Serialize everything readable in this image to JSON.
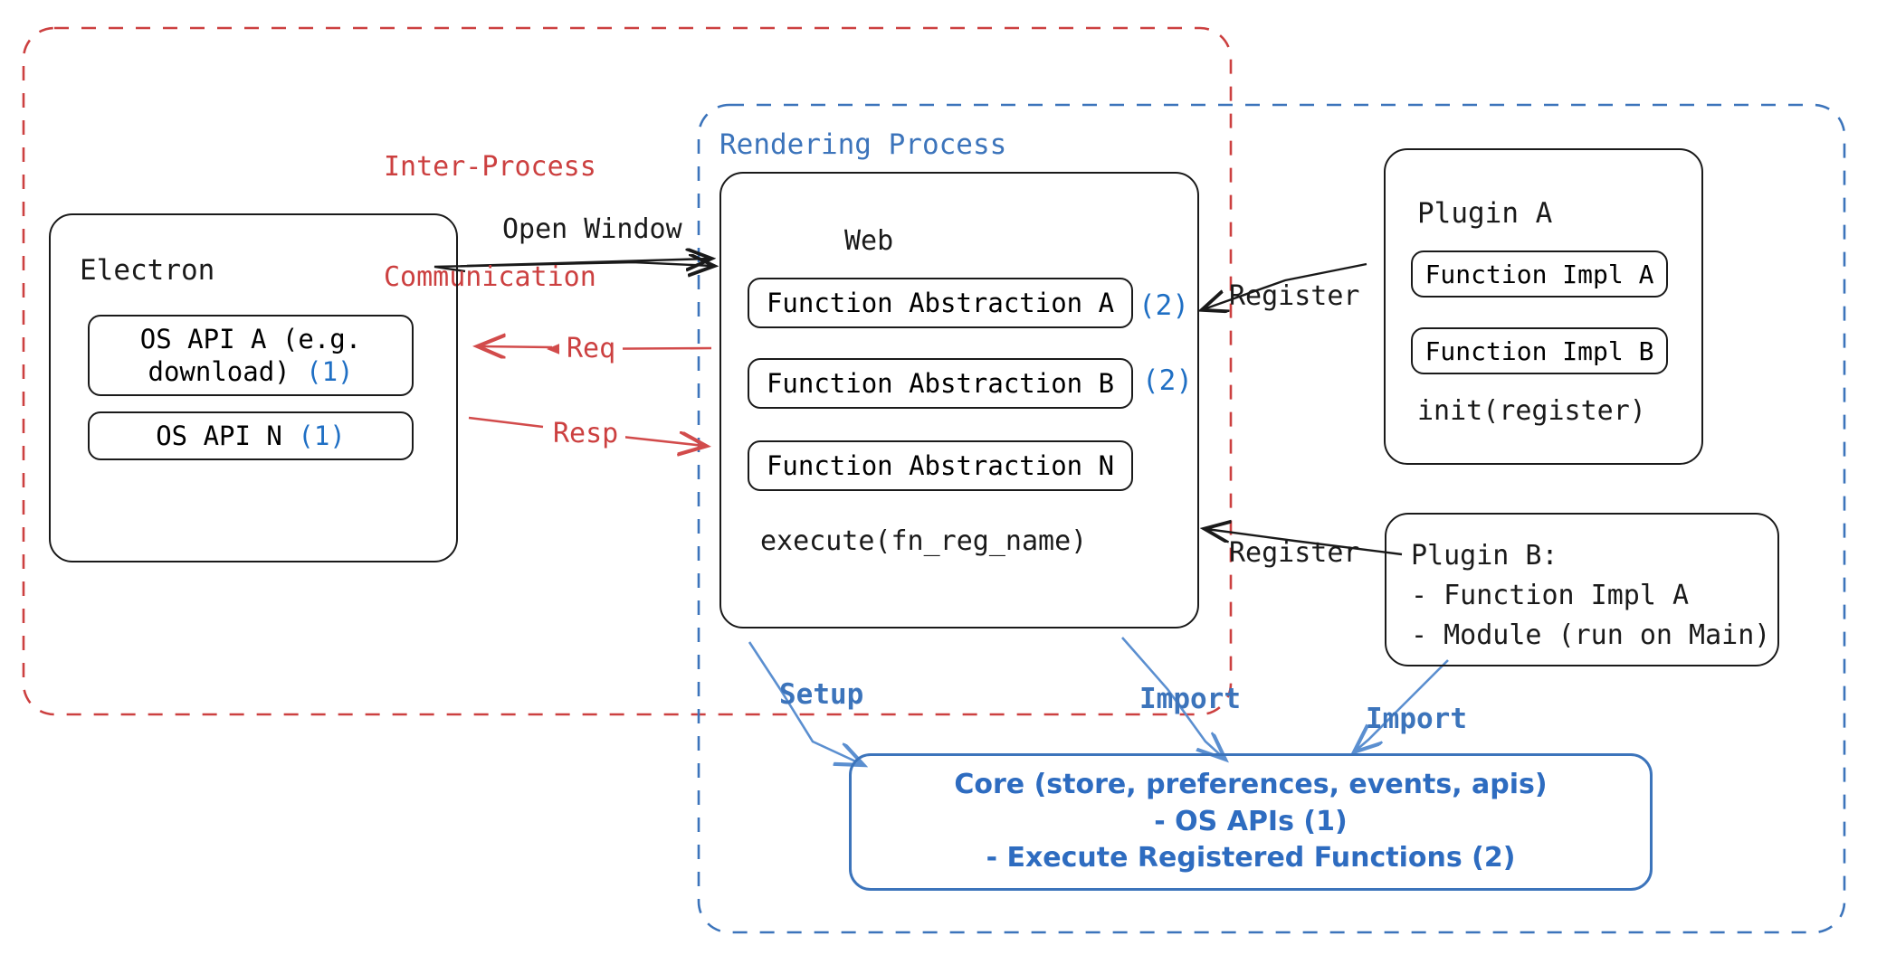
{
  "diagram": {
    "title": "Electron plugin architecture overview",
    "colors": {
      "ipc_red": "#cc4040",
      "process_blue": "#3c74bb",
      "marker_blue": "#1f6fc4",
      "ink_black": "#1a1a1a"
    }
  },
  "containers": {
    "ipc": {
      "label_line1": "Inter-Process",
      "label_line2": "Communication"
    },
    "rendering": {
      "label": "Rendering Process"
    }
  },
  "electron": {
    "title": "Electron",
    "apis": [
      {
        "line1": "OS API A (e.g.",
        "line2": "download)",
        "marker": "(1)"
      },
      {
        "line1": "OS API N",
        "marker": "(1)"
      }
    ]
  },
  "web": {
    "title": "Web",
    "abstractions": [
      {
        "label": "Function Abstraction A",
        "marker": "(2)"
      },
      {
        "label": "Function Abstraction B",
        "marker": "(2)"
      },
      {
        "label": "Function Abstraction N",
        "marker": ""
      }
    ],
    "execute": "execute(fn_reg_name)"
  },
  "plugin_a": {
    "title": "Plugin A",
    "impls": [
      {
        "label": "Function Impl A"
      },
      {
        "label": "Function Impl B"
      }
    ],
    "init": "init(register)"
  },
  "plugin_b": {
    "title": "Plugin B:",
    "items": [
      "- Function Impl A",
      "- Module (run on Main)"
    ]
  },
  "core": {
    "lines": [
      "Core (store, preferences, events, apis)",
      "- OS APIs (1)",
      "- Execute Registered Functions (2)"
    ]
  },
  "arrows": {
    "open_window": "Open Window",
    "req": "Req",
    "resp": "Resp",
    "register_top": "Register",
    "register_bottom": "Register",
    "setup": "Setup",
    "import_center": "Import",
    "import_right": "Import"
  }
}
